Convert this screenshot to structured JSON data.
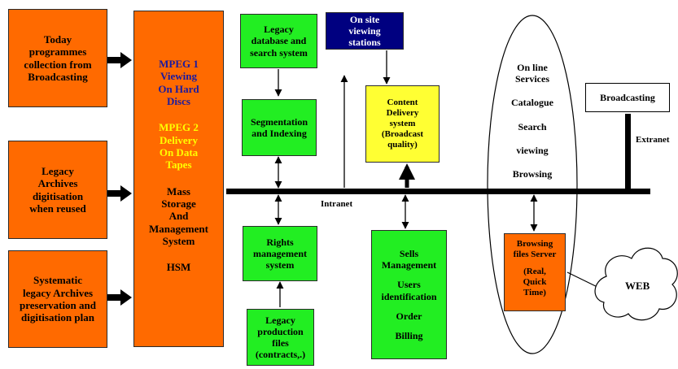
{
  "inputs": {
    "today": [
      "Today",
      "programmes",
      "collection from",
      "Broadcasting"
    ],
    "legacy": [
      "Legacy",
      "Archives",
      "digitisation",
      "when reused"
    ],
    "systematic": [
      "Systematic",
      "legacy Archives",
      "preservation and",
      "digitisation plan"
    ]
  },
  "mass_storage": {
    "mpeg1": [
      "MPEG 1",
      "Viewing",
      "On Hard",
      "Discs"
    ],
    "mpeg2": [
      "MPEG 2",
      "Delivery",
      "On Data",
      "Tapes"
    ],
    "mass": [
      "Mass",
      "Storage",
      "And",
      "Management",
      "System"
    ],
    "hsm": "HSM",
    "colors": {
      "mpeg1": "#1a1aa0",
      "mpeg2": "#ffff00",
      "body": "#000000"
    }
  },
  "legacy_db": [
    "Legacy",
    "database and",
    "search system"
  ],
  "onsite": [
    "On site",
    "viewing",
    "stations"
  ],
  "segmentation": [
    "Segmentation",
    "and Indexing"
  ],
  "content_delivery": [
    "Content",
    "Delivery",
    "system",
    "(Broadcast",
    "quality)"
  ],
  "rights": [
    "Rights",
    "management",
    "system"
  ],
  "legacy_prod": [
    "Legacy",
    "production",
    "files",
    "(contracts,.)"
  ],
  "sells": {
    "title": [
      "Sells",
      "Management"
    ],
    "items": [
      [
        "Users",
        "identification"
      ],
      [
        "Order"
      ],
      [
        "Billing"
      ]
    ]
  },
  "online": [
    "On line",
    "Services",
    "Catalogue",
    "Search",
    "viewing",
    "Browsing"
  ],
  "browsing": [
    "Browsing",
    "files Server",
    "(Real,",
    "Quick",
    "Time)"
  ],
  "broadcasting": "Broadcasting",
  "web": "WEB",
  "labels": {
    "intranet": "Intranet",
    "extranet": "Extranet"
  },
  "colors": {
    "orange": "#ff6a00",
    "green": "#22ee22",
    "navy": "#000080",
    "yellow": "#ffff33",
    "bus": "#000000"
  }
}
